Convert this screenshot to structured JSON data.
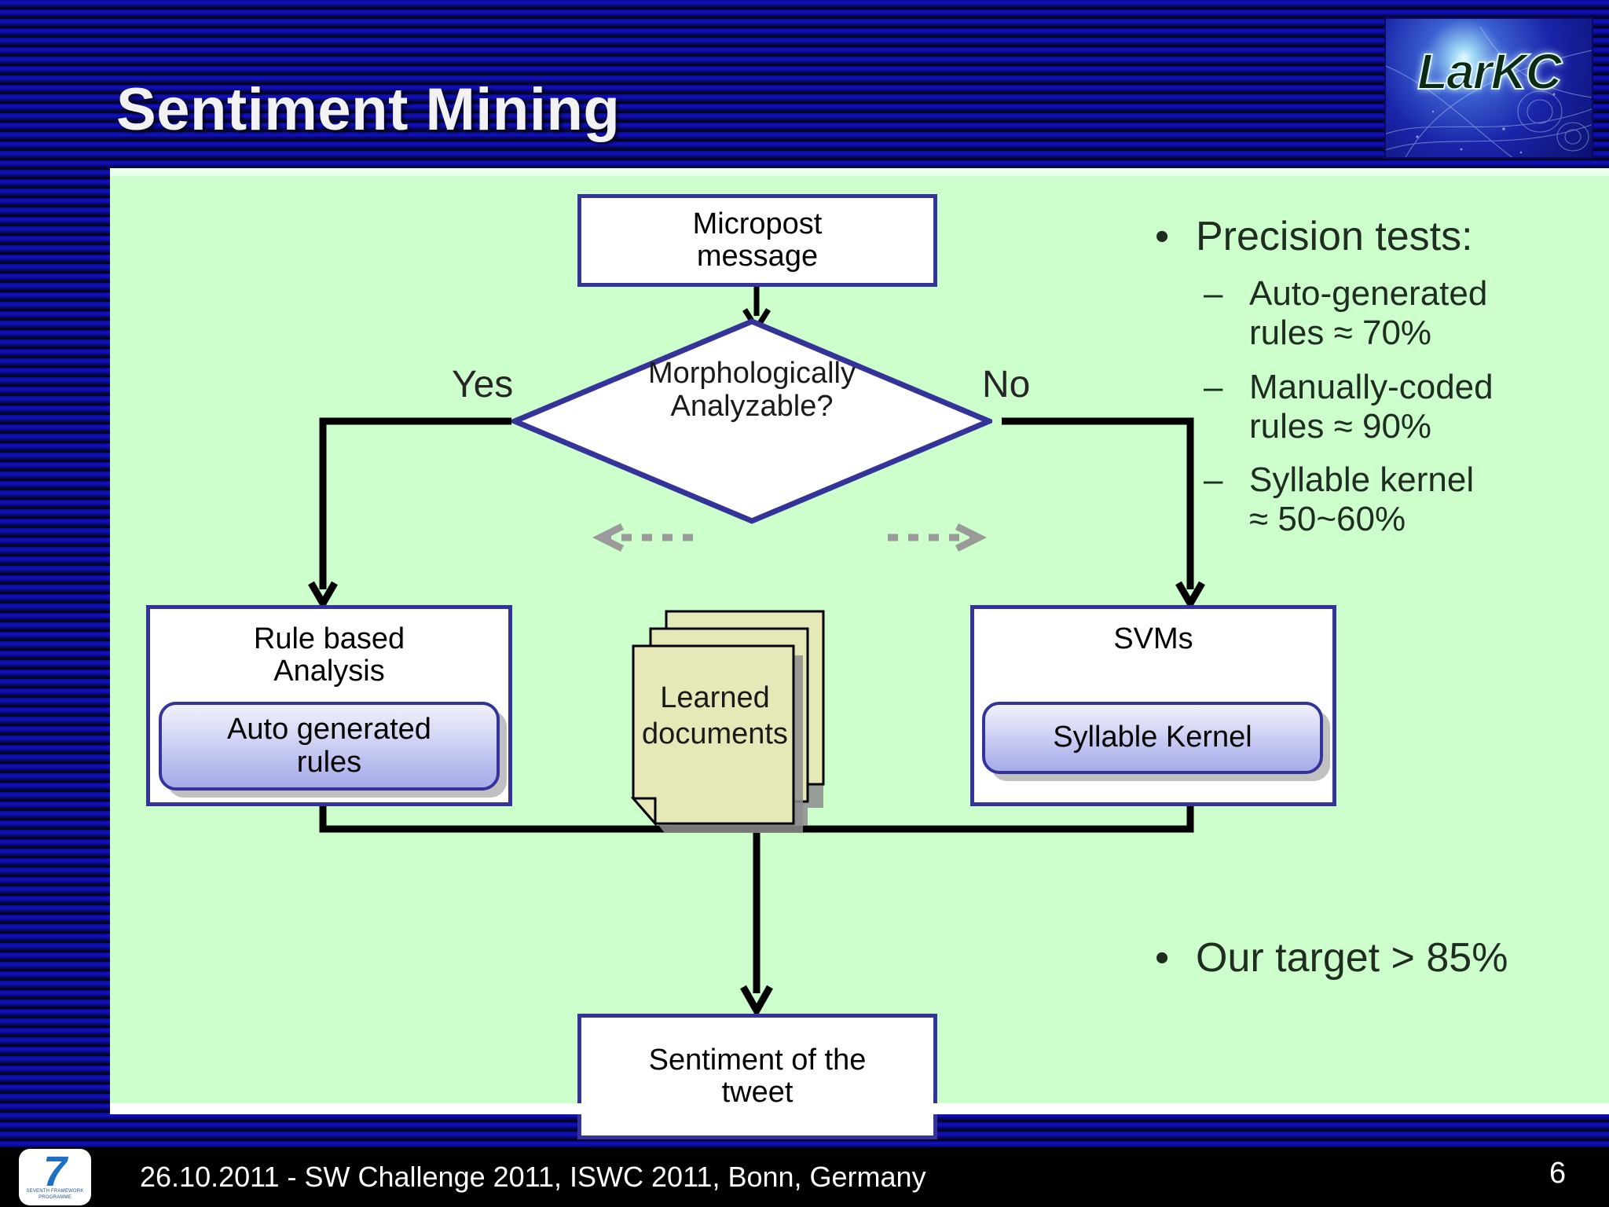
{
  "slide": {
    "title": "Sentiment Mining",
    "logo_text": "LarKC",
    "page_number": "6",
    "footer_text": "26.10.2011 - SW Challenge 2011, ISWC 2011, Bonn, Germany",
    "fp7_seven": "7",
    "fp7_caption": "SEVENTH FRAMEWORK PROGRAMME",
    "colors": {
      "header_blue": "#0d0d8c",
      "panel_green": "#ccffcc",
      "shape_border": "#333399",
      "pill_fill": "#b9bdee",
      "doc_fill": "#e6e8b8",
      "footer_black": "#000000",
      "title_white": "#f2f2f2"
    }
  },
  "flowchart": {
    "micropost": "Micropost\nmessage",
    "micropost_line1": "Micropost",
    "micropost_line2": "message",
    "decision_line1": "Morphologically",
    "decision_line2": "Analyzable?",
    "yes_label": "Yes",
    "no_label": "No",
    "rule_box_line1": "Rule based",
    "rule_box_line2": "Analysis",
    "auto_rules_line1": "Auto generated",
    "auto_rules_line2": "rules",
    "svm_box": "SVMs",
    "syllable_kernel": "Syllable Kernel",
    "learned_docs_line1": "Learned",
    "learned_docs_line2": "documents",
    "sentiment_line1": "Sentiment of the",
    "sentiment_line2": "tweet"
  },
  "bullets": {
    "main": "Precision tests:",
    "sub": [
      {
        "line1": "Auto-generated",
        "line2": "rules ≈ 70%"
      },
      {
        "line1": "Manually-coded",
        "line2": "rules ≈ 90%"
      },
      {
        "line1": "Syllable kernel",
        "line2": "≈ 50~60%"
      }
    ],
    "bullet_glyph": "•",
    "dash_glyph": "–",
    "target": "Our target > 85%"
  }
}
